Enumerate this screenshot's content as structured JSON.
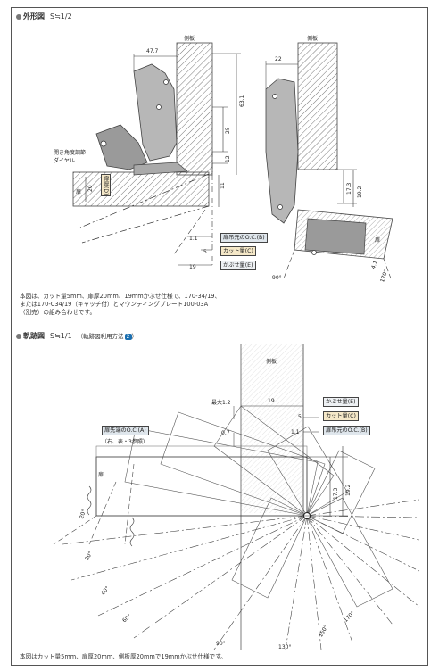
{
  "section1": {
    "title": "外形図",
    "scale": "S≒1/2",
    "labels": {
      "side_panel_left": "側板",
      "side_panel_right": "側板",
      "door_left": "扉",
      "door_right": "扉",
      "dial": "開き角度調節\nダイヤル",
      "door_thickness": "扉厚(D)",
      "legend_b": "扉吊元のO.C.(B)",
      "legend_c": "カット量(C)",
      "legend_e": "かぶせ量(E)"
    },
    "dims": {
      "d47_7": "47.7",
      "d22": "22",
      "d63_1": "63.1",
      "d25": "25",
      "d12": "12",
      "d11": "11",
      "d20": "20",
      "d1_1": "1.1",
      "d5": "5",
      "d19": "19",
      "d17_3": "17.3",
      "d19_2": "19.2",
      "d4_1": "4.1",
      "a90": "90°",
      "a170": "170°"
    },
    "note": "本図は、カット量5mm、扉厚20mm、19mmかぶせ仕様で、170-34/19、\nまたは170-C34/19（キャッチ付）とマウンティングプレート100-03A\n（別売）の組み合わせです。"
  },
  "section2": {
    "title": "軌跡図",
    "scale": "S≒1/1",
    "note_prefix": "（軌跡図利用方法",
    "note_badge": "2",
    "note_suffix": "）",
    "labels": {
      "side_panel": "側板",
      "door": "扉",
      "max": "最大1.2",
      "d0_7": "0.7",
      "d19": "19",
      "d5": "5",
      "d1_1": "1.1",
      "d17_3": "17.3",
      "d19_2": "19.2",
      "legend_a": "扉先端のO.C.(A)",
      "legend_a_sub": "（右、表・3参照）",
      "legend_e": "かぶせ量(E)",
      "legend_c": "カット量(C)",
      "legend_b": "扉吊元のO.C.(B)",
      "a20": "20°",
      "a30": "30°",
      "a40": "40°",
      "a60": "60°",
      "a90": "90°",
      "a130": "130°",
      "a150": "150°",
      "a170": "170°"
    },
    "note": "本図はカット量5mm、扉厚20mm、側板厚20mmで19mmかぶせ仕様です。"
  }
}
